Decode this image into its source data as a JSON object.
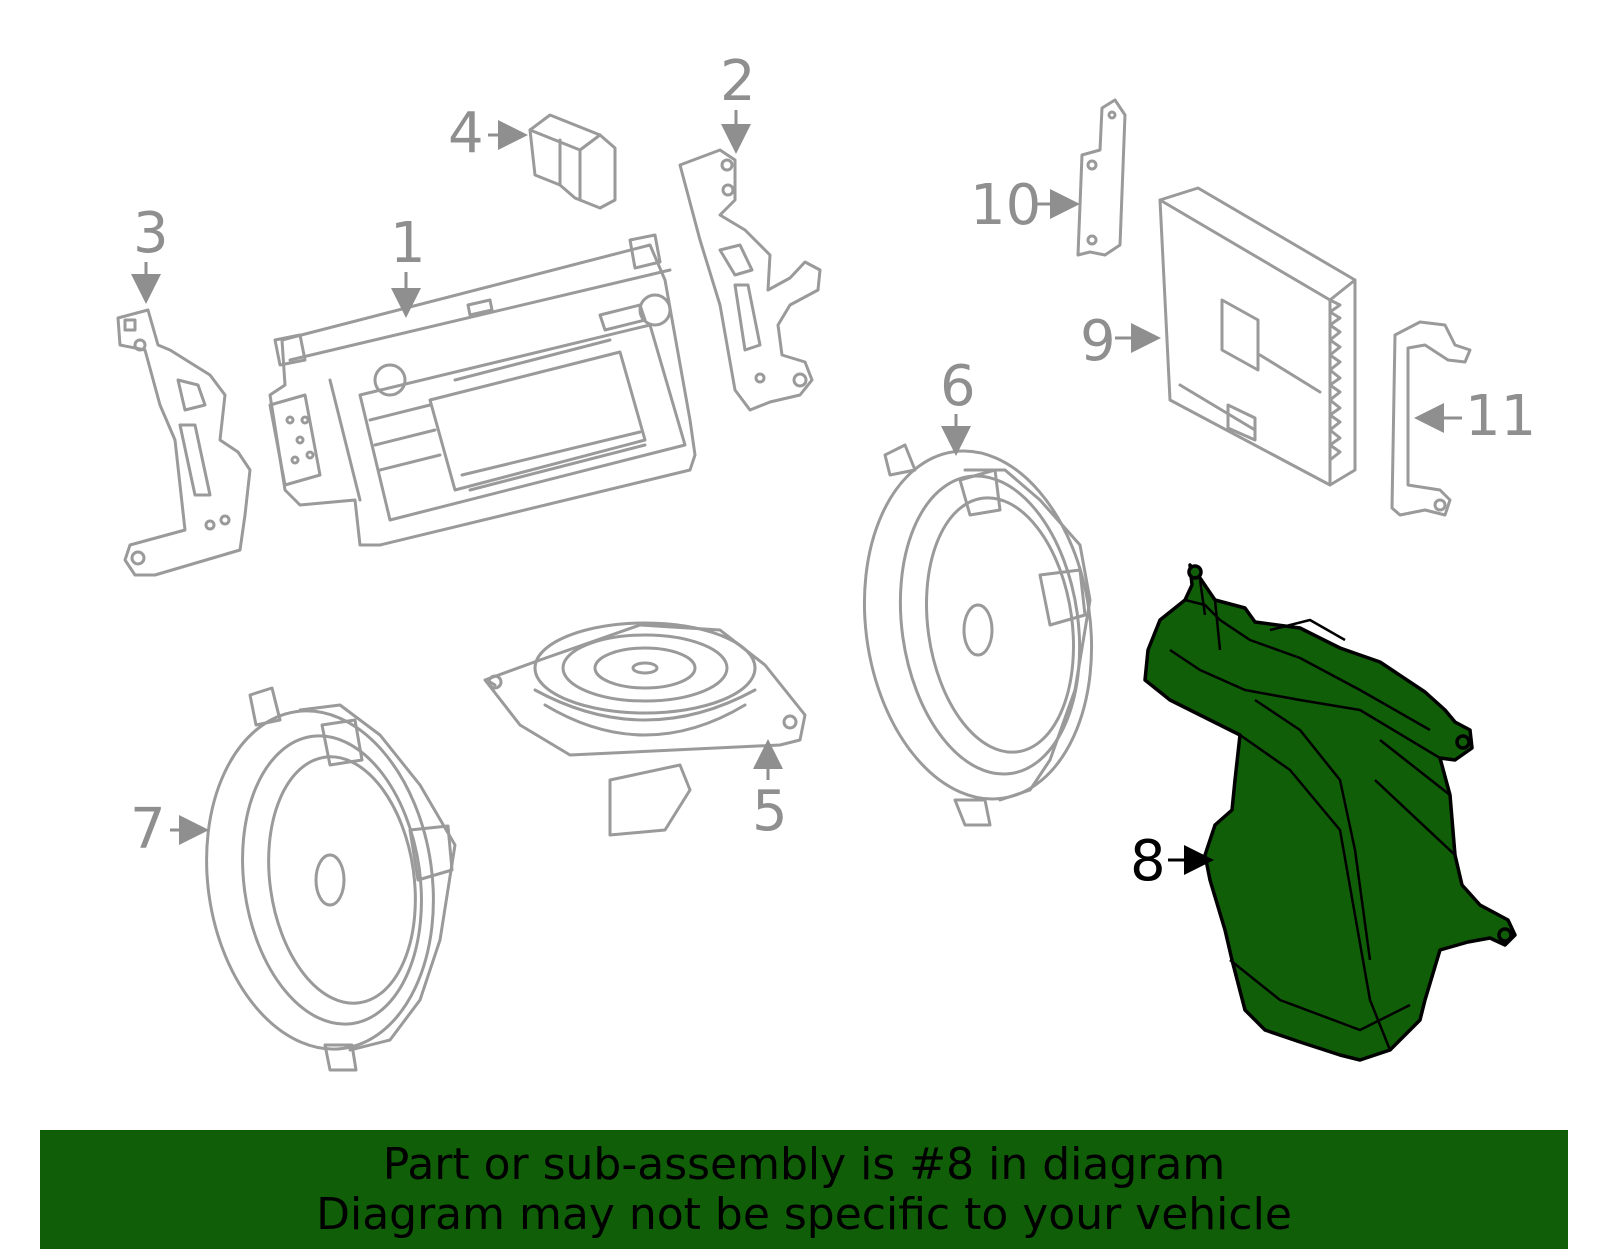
{
  "colors": {
    "line": "#9a9a9a",
    "highlight": "#105e07",
    "banner": "#105e07",
    "text_dark": "#000000"
  },
  "callouts": {
    "c1": "1",
    "c2": "2",
    "c3": "3",
    "c4": "4",
    "c5": "5",
    "c6": "6",
    "c7": "7",
    "c8": "8",
    "c9": "9",
    "c10": "10",
    "c11": "11"
  },
  "highlighted_part": "8",
  "banner": {
    "line1": "Part or sub-assembly is #8 in diagram",
    "line2": "Diagram may not be specific to your vehicle"
  }
}
